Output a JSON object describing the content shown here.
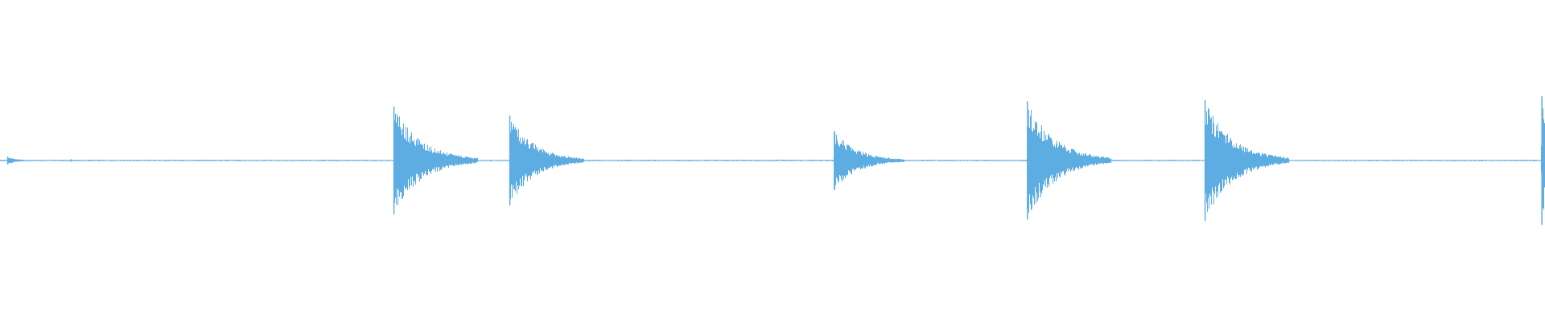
{
  "waveform": {
    "color": "#5dade2",
    "background": "#ffffff",
    "amplitude_range": [
      -1,
      1
    ],
    "duration_fraction_end": 1.0,
    "transients": [
      {
        "position": 0.005,
        "peak_up": 0.03,
        "peak_down": 0.03,
        "decay": 0.006
      },
      {
        "position": 0.046,
        "peak_up": 0.01,
        "peak_down": 0.01,
        "decay": 0.002
      },
      {
        "position": 0.255,
        "peak_up": 0.42,
        "peak_down": 0.42,
        "decay": 0.018
      },
      {
        "position": 0.33,
        "peak_up": 0.35,
        "peak_down": 0.35,
        "decay": 0.016
      },
      {
        "position": 0.54,
        "peak_up": 0.23,
        "peak_down": 0.23,
        "decay": 0.015
      },
      {
        "position": 0.665,
        "peak_up": 0.46,
        "peak_down": 0.46,
        "decay": 0.018
      },
      {
        "position": 0.78,
        "peak_up": 0.47,
        "peak_down": 0.47,
        "decay": 0.018
      },
      {
        "position": 0.998,
        "peak_up": 0.5,
        "peak_down": 0.5,
        "decay": 0.004
      }
    ],
    "noise_floor": 0.004
  }
}
